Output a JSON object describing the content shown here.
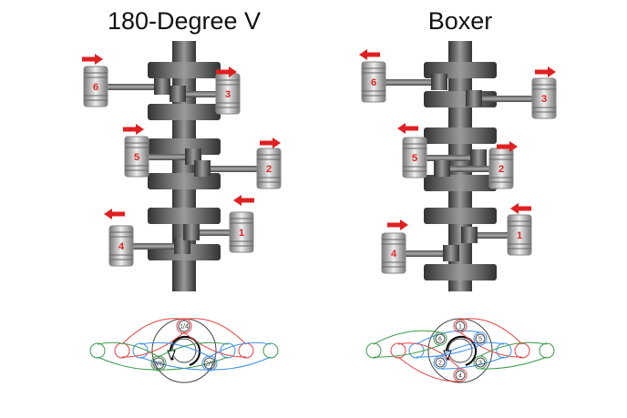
{
  "left": {
    "title": "180-Degree V",
    "pistons": [
      "6",
      "3",
      "5",
      "2",
      "4",
      "1"
    ],
    "firing_labels": [
      "1/4",
      "3/6",
      "2/5"
    ]
  },
  "right": {
    "title": "Boxer",
    "pistons": [
      "6",
      "3",
      "5",
      "2",
      "4",
      "1"
    ],
    "firing_labels": [
      "1",
      "6",
      "5",
      "2",
      "3",
      "4"
    ]
  },
  "colors": {
    "arrow": "#e02020",
    "red": "#e84040",
    "blue": "#3a8ee8",
    "green": "#3a9a4a"
  }
}
